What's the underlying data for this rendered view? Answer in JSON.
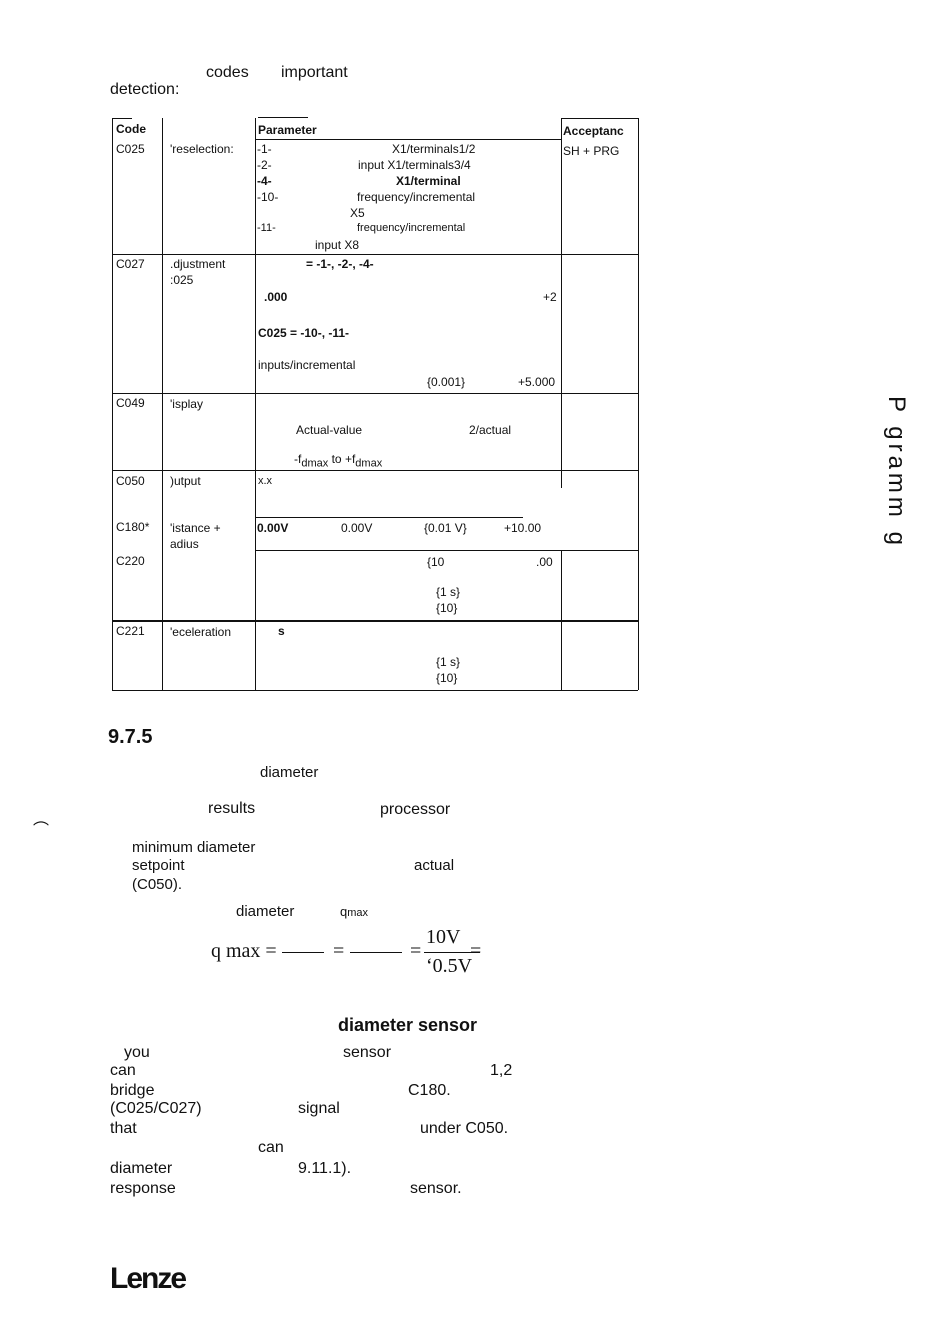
{
  "intro": {
    "line1_a": "codes",
    "line1_b": "important",
    "line2": "detection:"
  },
  "table": {
    "header": {
      "code": "Code",
      "parameter": "Parameter",
      "acceptance": "Acceptanc"
    },
    "rows": {
      "c025": {
        "code": "C025",
        "name": "'reselection:",
        "p1": "-1-",
        "p1b": "X1/terminals1/2",
        "p2": "-2-",
        "p2b": "input X1/terminals3/4",
        "p3": "-4-",
        "p3b": "X1/terminal",
        "p4": "-10-",
        "p4b": "frequency/incremental",
        "p5": "X5",
        "p6": "-11-",
        "p6b": "frequency/incremental",
        "p7": "input  X8",
        "acceptance": "SH + PRG"
      },
      "c027": {
        "code": "C027",
        "name1": ".djustment",
        "name2": ":025",
        "p1": "=  -1-, -2-, -4-",
        "p2": ".000",
        "p2b": "+2",
        "p3": "C025 = -10-, -11-",
        "p4": "inputs/incremental",
        "p5": "{0.001}",
        "p5b": "+5.000"
      },
      "c049": {
        "code": "C049",
        "name": "'isplay",
        "p1": "Actual-value",
        "p1b": "2/actual",
        "p2a": "-f",
        "p2sub": "dmax",
        "p2b": "to",
        "p2c": "+f",
        "p2csub": "dmax"
      },
      "c050": {
        "code": "C050",
        "name": ")utput",
        "p1": "x.x"
      },
      "c180": {
        "code": "C180*",
        "name1": "'istance +",
        "name2": "adius",
        "p1": "0.00V",
        "p2": "0.00V",
        "p3": "{0.01 V}",
        "p4": "+10.00"
      },
      "c220": {
        "code": "C220",
        "p1": "{10",
        "p1b": ".00",
        "p2": "{1 s}",
        "p3": "{10}"
      },
      "c221": {
        "code": "C221",
        "name": "'eceleration",
        "p0": "s",
        "p1": "{1 s}",
        "p2": "{10}"
      }
    }
  },
  "section": {
    "number": "9.7.5",
    "t1": "diameter",
    "t2a": "results",
    "t2b": "processor",
    "t3a": "minimum diameter",
    "t4a": "setpoint",
    "t4b": "actual",
    "t5": "(C050).",
    "t6a": "diameter",
    "t6b": "q",
    "t6bsub": "max",
    "formula": {
      "lhs": "q max =",
      "eq1": "=",
      "eq2": "=",
      "num": "10V",
      "den": "‘0.5V",
      "eq3": "="
    }
  },
  "subsection": {
    "title": "diameter sensor",
    "l1a": "you",
    "l1b": "sensor",
    "l2a": "can",
    "l2b": "1,2",
    "l3a": "bridge",
    "l3b": "C180.",
    "l4a": "(C025/C027)",
    "l4b": "signal",
    "l5a": "that",
    "l5b": "under C050.",
    "l6": "can",
    "l7a": "diameter",
    "l7b": "9.11.1).",
    "l8a": "response",
    "l8b": "sensor."
  },
  "side_text": "P gramm g",
  "footer": {
    "logo": "Lenze"
  }
}
